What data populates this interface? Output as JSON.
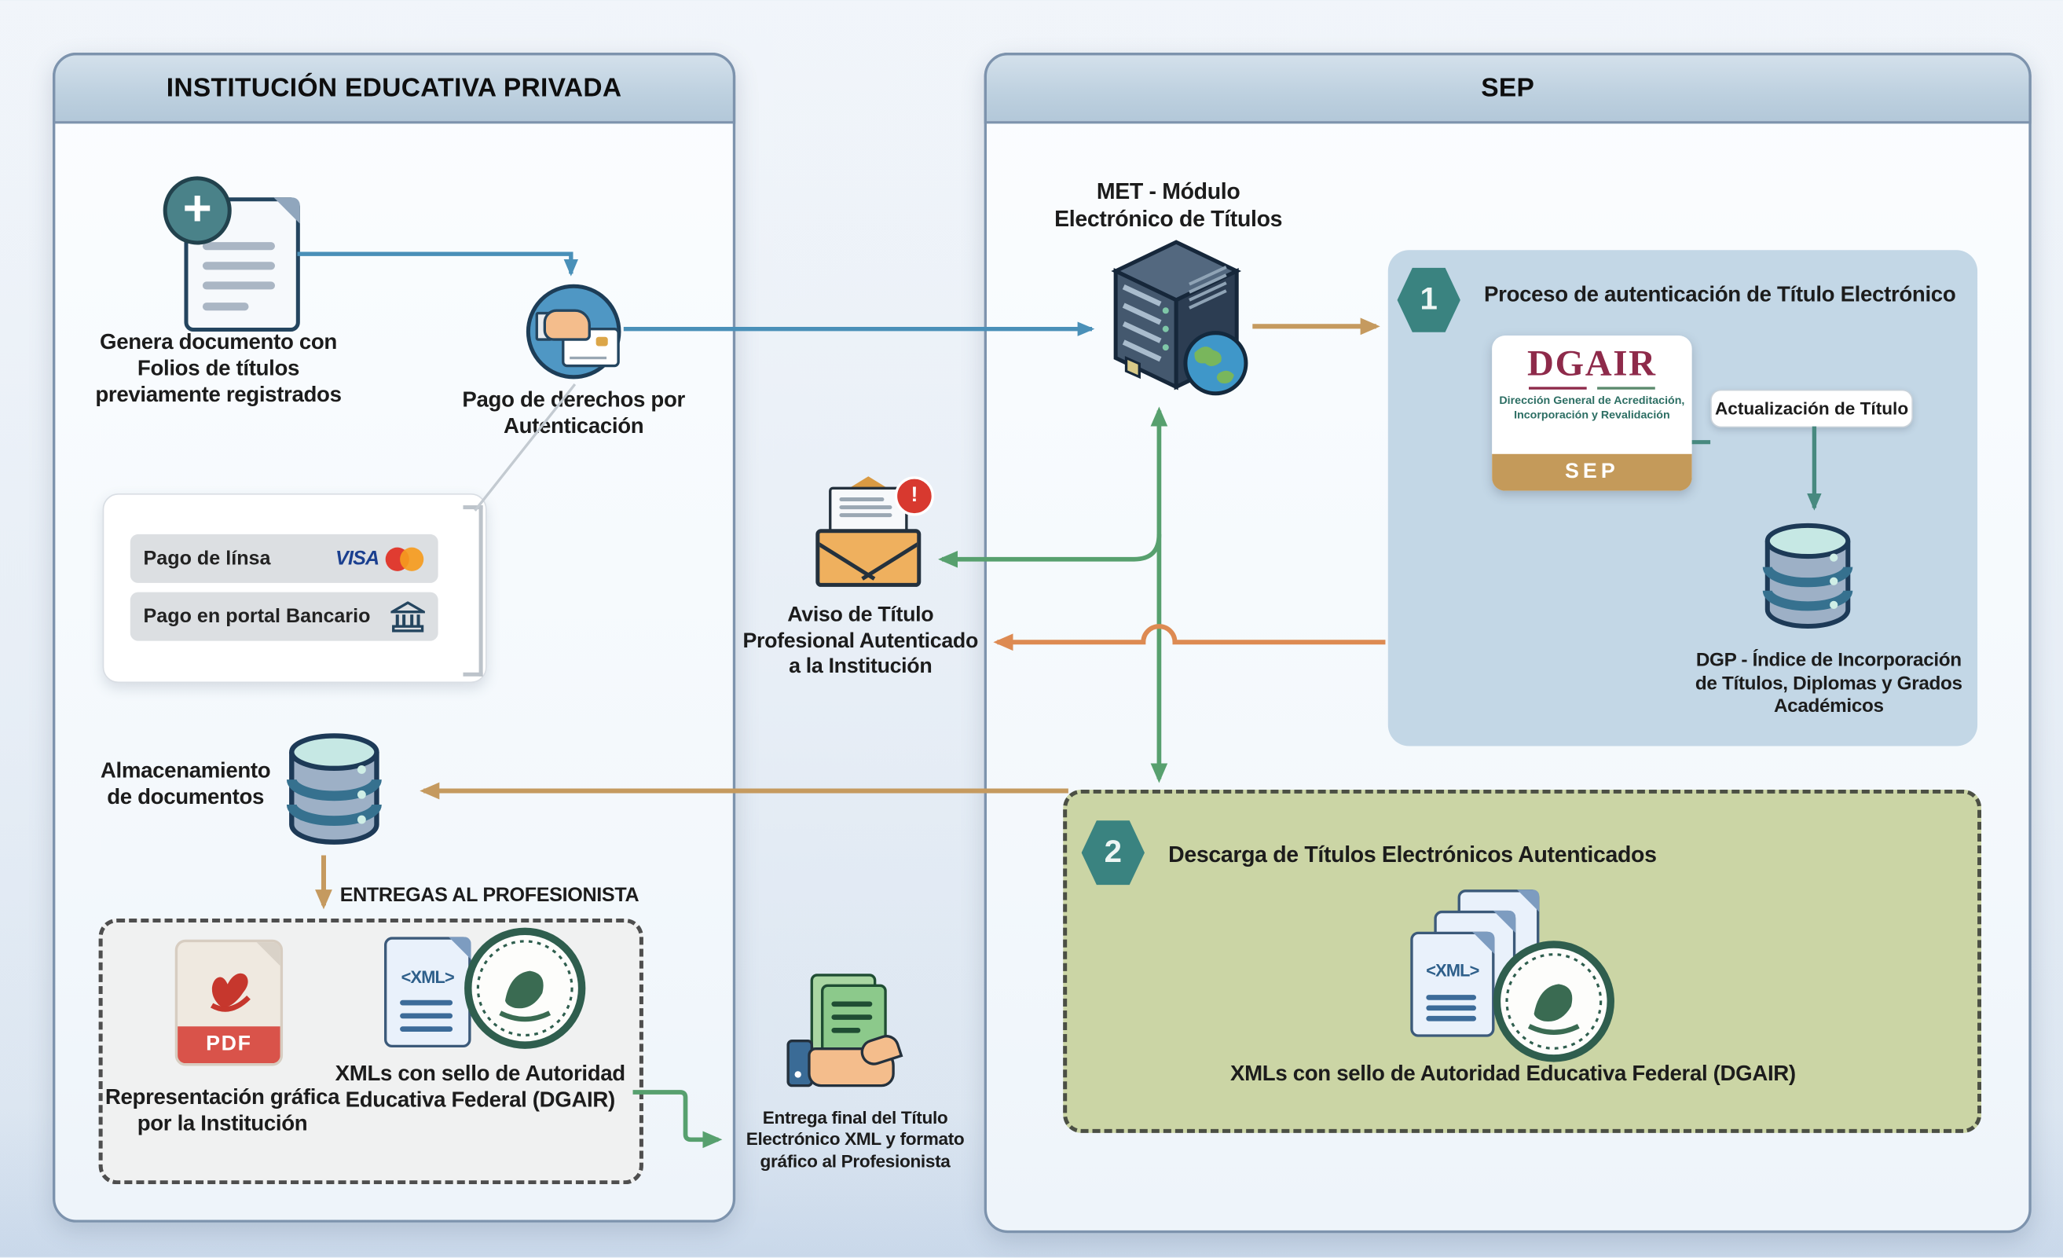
{
  "palette": {
    "panel_border": "#7d93ad",
    "panel_header_bg": "#bdd0df",
    "box1_bg": "#c3d7e6",
    "box2_bg": "#cbd5a5",
    "step_badge": "#3a8380",
    "arrow_blue": "#4a90b8",
    "arrow_tan": "#c59a5f",
    "arrow_orange": "#dd8a52",
    "arrow_green": "#57a06e",
    "arrow_teal": "#47897f",
    "dgair_maroon": "#8e2a4a",
    "sep_banner": "#c49a5a",
    "pdf_red": "#d9534a",
    "envelope_orange": "#efb05e",
    "payment_blue": "#4f97c4"
  },
  "left_panel": {
    "title": "INSTITUCIÓN EDUCATIVA PRIVADA",
    "generate_doc_label": "Genera documento con\nFolios de títulos\npreviamente registrados",
    "payment_label": "Pago de derechos por\nAutenticación",
    "payment_options": [
      {
        "label": "Pago de línsa"
      },
      {
        "label": "Pago en portal Bancario"
      }
    ],
    "visa_text": "VISA",
    "storage_label": "Almacenamiento\nde documentos",
    "deliveries_title": "ENTREGAS AL PROFESIONISTA",
    "pdf_badge": "PDF",
    "pdf_label": "Representación gráfica\npor la Institución",
    "xml_doc_text": "<XML>",
    "xml_label": "XMLs con sello de Autoridad\nEducativa Federal (DGAIR)"
  },
  "middle": {
    "notice_label": "Aviso de Título\nProfesional Autenticado\na la Institución",
    "alert_badge": "!",
    "plus_badge": "+",
    "final_delivery_label": "Entrega final del Título\nElectrónico XML y formato\ngráfico al Profesionista"
  },
  "sep_panel": {
    "title": "SEP",
    "met_label": "MET - Módulo\nElectrónico de Títulos",
    "step1": {
      "number": "1",
      "title": "Proceso de autenticación de Título Electrónico",
      "dgair_acronym": "DGAIR",
      "dgair_subtitle": "Dirección General de Acreditación,\nIncorporación y Revalidación",
      "dgair_footer": "SEP",
      "update_title_label": "Actualización de Título",
      "dgp_label": "DGP - Índice de Incorporación\nde Títulos, Diplomas y Grados\nAcadémicos"
    },
    "step2": {
      "number": "2",
      "title": "Descarga de Títulos Electrónicos Autenticados",
      "xml_doc_text": "<XML>",
      "xml_label": "XMLs con sello de Autoridad Educativa Federal (DGAIR)"
    }
  }
}
